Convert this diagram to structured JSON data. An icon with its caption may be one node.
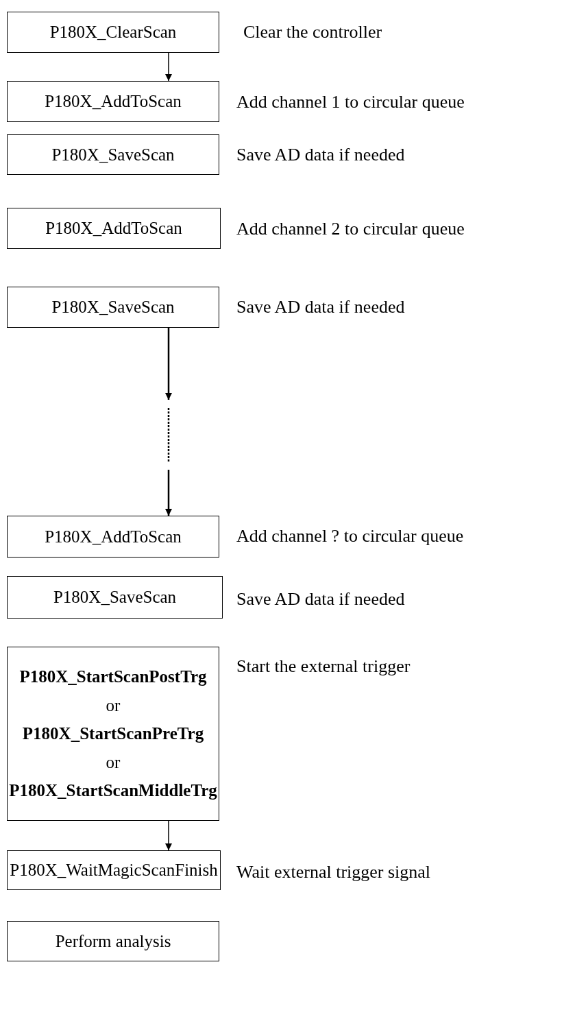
{
  "diagram": {
    "nodes": [
      {
        "text": [
          "P180X_ClearScan"
        ],
        "beside": [
          "Clear the controller"
        ]
      },
      {
        "text": [
          "P180X_AddToScan"
        ],
        "beside": [
          "Add channel 1 to circular queue"
        ]
      },
      {
        "text": [
          "P180X_SaveScan"
        ],
        "beside": [
          "Save AD data if needed"
        ]
      },
      {
        "text": [
          "P180X_AddToScan"
        ],
        "beside": [
          "Add channel 2 to circular queue"
        ]
      },
      {
        "text": [
          "P180X_SaveScan"
        ],
        "beside": [
          "Save AD data if needed"
        ]
      },
      {
        "text": [
          "P180X_AddToScan"
        ],
        "beside": [
          "Add channel ? to circular queue"
        ]
      },
      {
        "text": [
          "P180X_SaveScan"
        ],
        "beside": [
          "Save AD data if needed"
        ]
      },
      {
        "text": [
          "**P180X_StartScanPostTrg**",
          "or",
          "**P180X_StartScanPreTrg**",
          "or",
          "**P180X_StartScanMiddleTrg**"
        ],
        "beside": [
          "Start the external trigger"
        ]
      },
      {
        "text": [
          "P180X_WaitMagicScanFinish"
        ],
        "beside": [
          "Wait external trigger signal"
        ]
      },
      {
        "text": [
          "Perform analysis"
        ]
      }
    ],
    "edges": [
      {
        "from": 0,
        "to": 1,
        "arrow": "to"
      },
      {
        "from": 4,
        "to": 5,
        "arrow": "to",
        "style": "dashed"
      },
      {
        "from": 7,
        "to": 8,
        "arrow": "to"
      }
    ]
  }
}
